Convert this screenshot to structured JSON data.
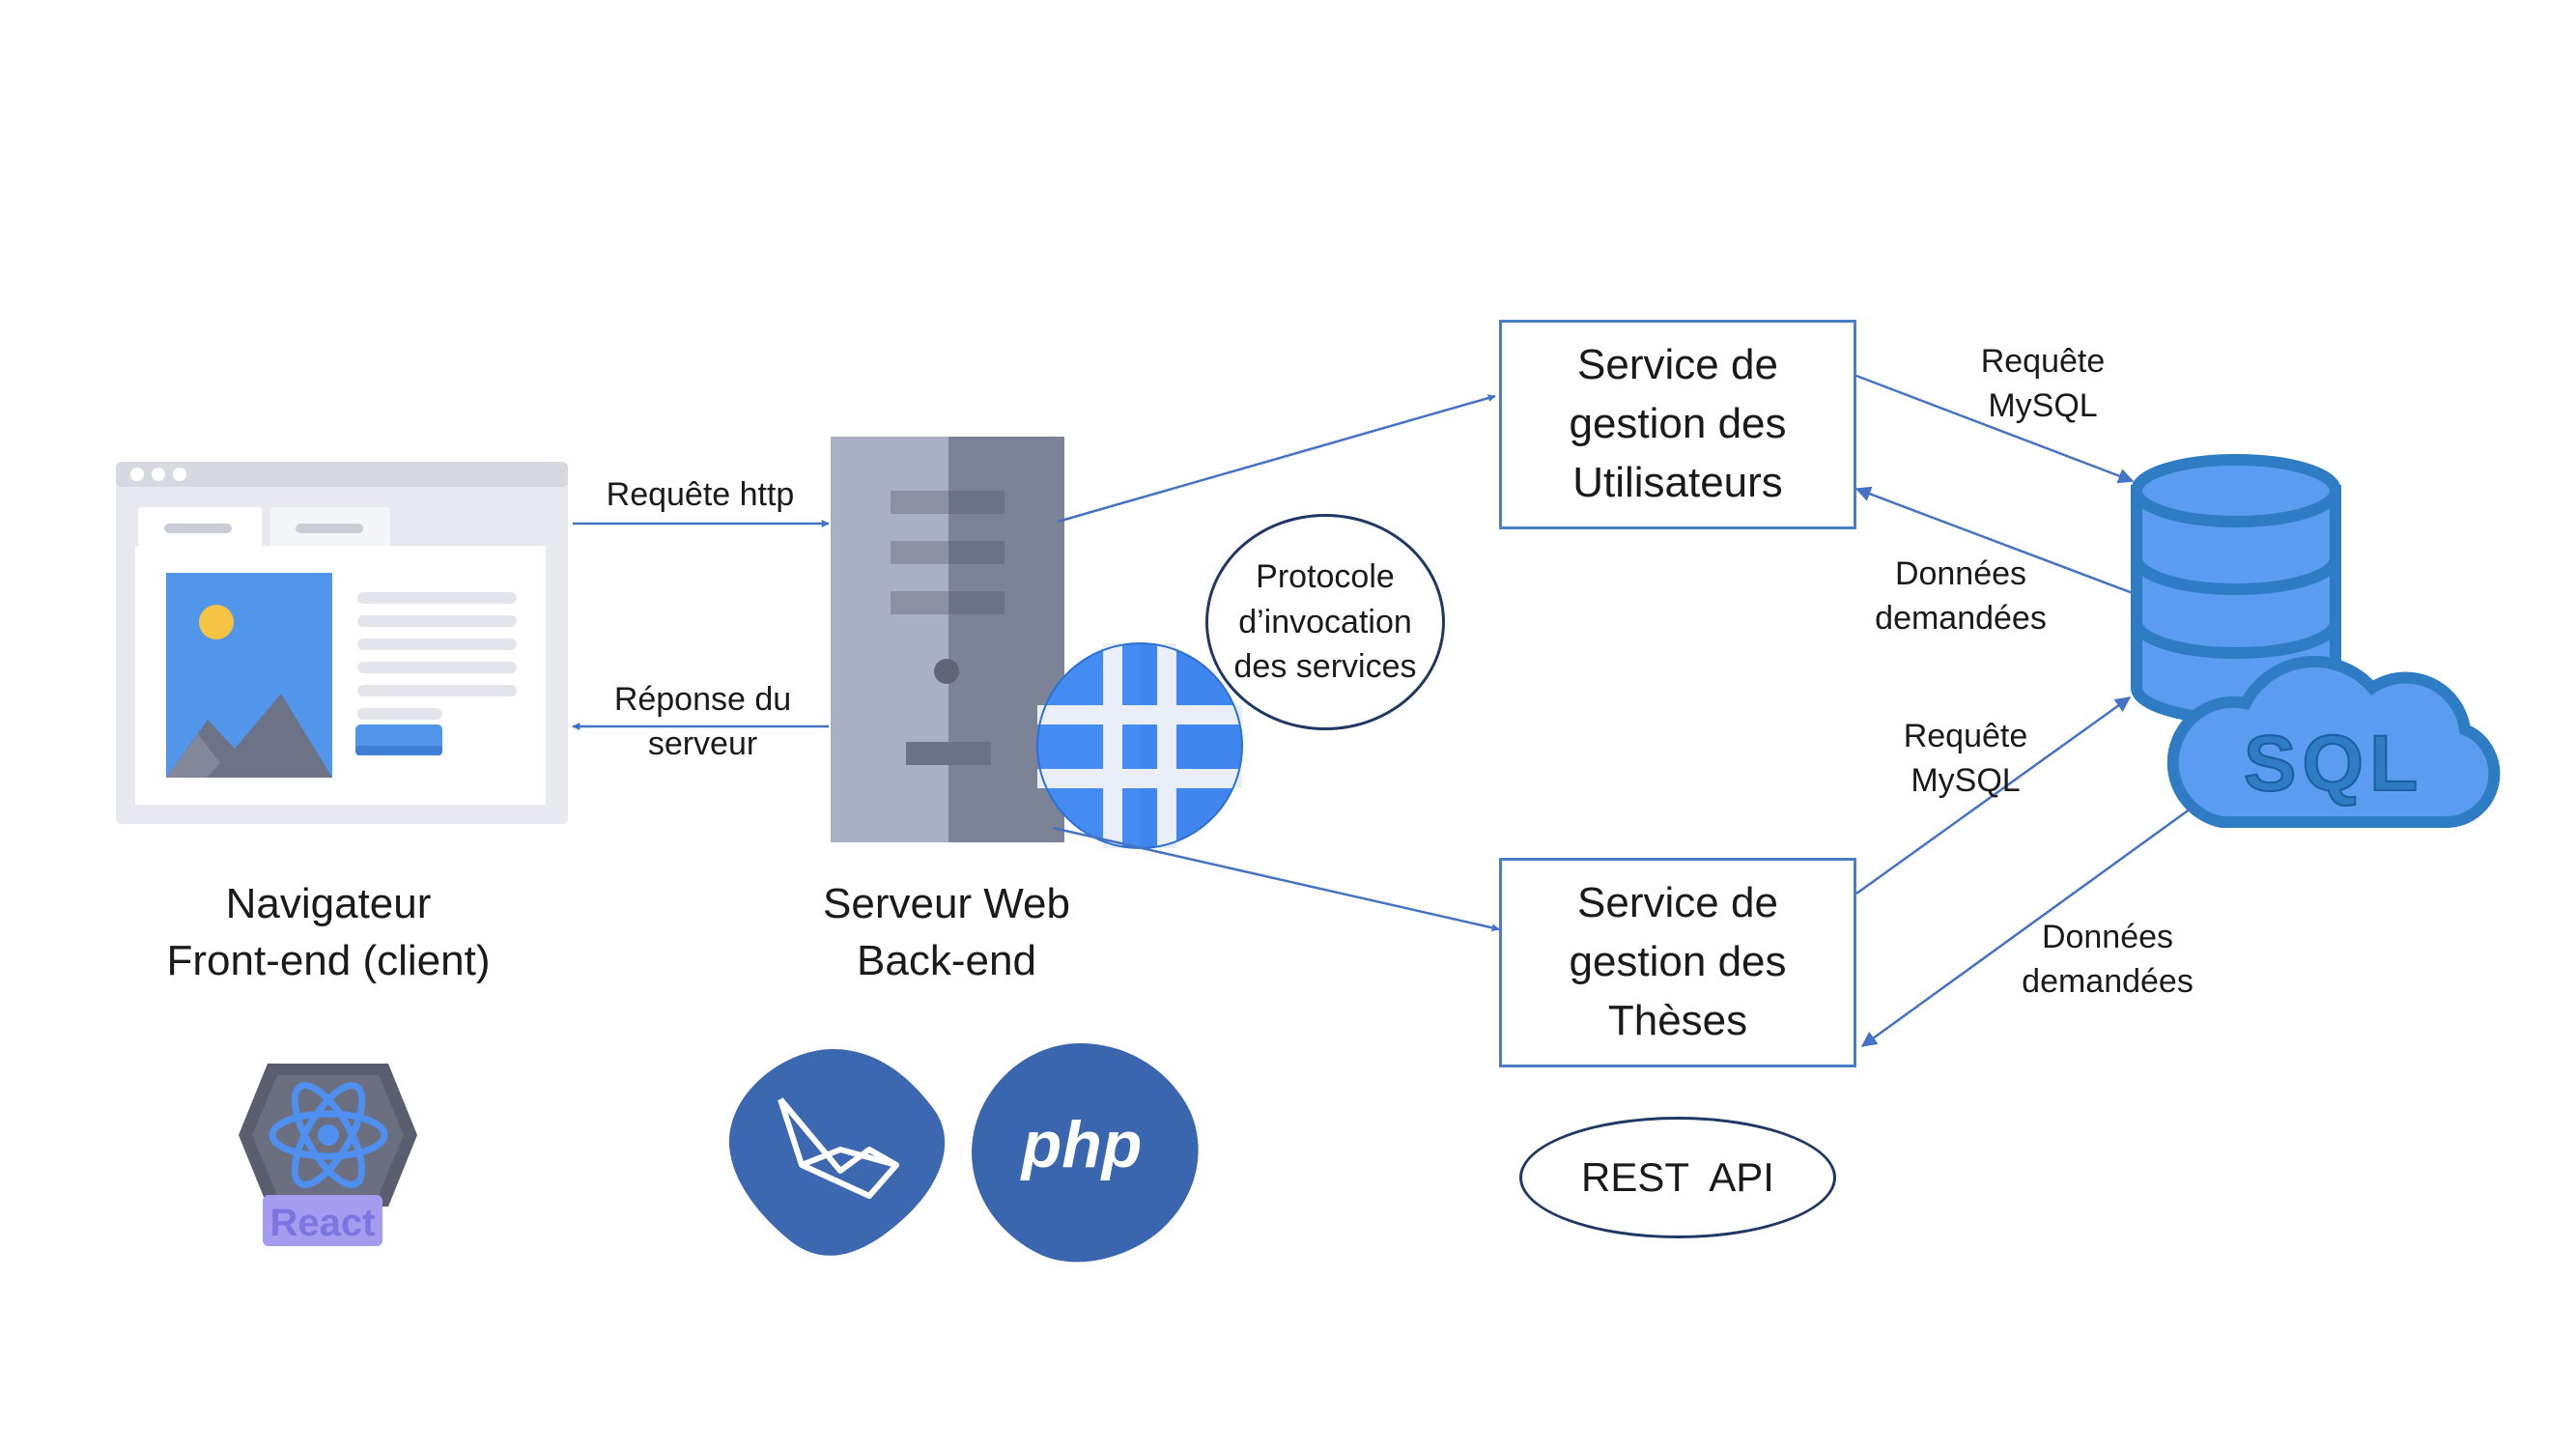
{
  "colors": {
    "arrow": "#4472c4",
    "box_border": "#4a7ec4",
    "oval_border": "#1f3864",
    "server_light": "#aab0c4",
    "server_dark": "#7d8397",
    "globe_blue": "#3f87ee",
    "laravel_blue": "#3c67b1",
    "php_blue": "#3a66b0",
    "react_hex": "#505464",
    "react_atom": "#4e8ff0",
    "react_label_bg": "#a59cf0",
    "db_blue": "#2e7cc4",
    "db_fill": "#5b9cf0"
  },
  "nodes": {
    "browser": {
      "line1": "Navigateur",
      "line2": "Front-end (client)"
    },
    "server": {
      "line1": "Serveur Web",
      "line2": "Back-end"
    },
    "service_users": {
      "line1": "Service de",
      "line2": "gestion des",
      "line3": "Utilisateurs"
    },
    "service_theses": {
      "line1": "Service de",
      "line2": "gestion des",
      "line3": "Thèses"
    }
  },
  "edges": {
    "http_request": "Requête http",
    "server_response": {
      "line1": "Réponse du",
      "line2": "serveur"
    },
    "mysql_request_top": {
      "line1": "Requête",
      "line2": "MySQL"
    },
    "data_top": {
      "line1": "Données",
      "line2": "demandées"
    },
    "mysql_request_bottom": {
      "line1": "Requête",
      "line2": "MySQL"
    },
    "data_bottom": {
      "line1": "Données",
      "line2": "demandées"
    }
  },
  "annotations": {
    "protocol": {
      "line1": "Protocole",
      "line2": "d’invocation",
      "line3": "des services"
    },
    "rest_api": "REST  API"
  },
  "logos": {
    "react": "React",
    "php": "php",
    "sql": "SQL"
  },
  "icons": {
    "browser": "browser-window-icon",
    "server": "server-tower-icon",
    "globe": "globe-icon",
    "database": "database-icon",
    "react": "react-logo",
    "laravel": "laravel-logo",
    "php": "php-logo"
  }
}
